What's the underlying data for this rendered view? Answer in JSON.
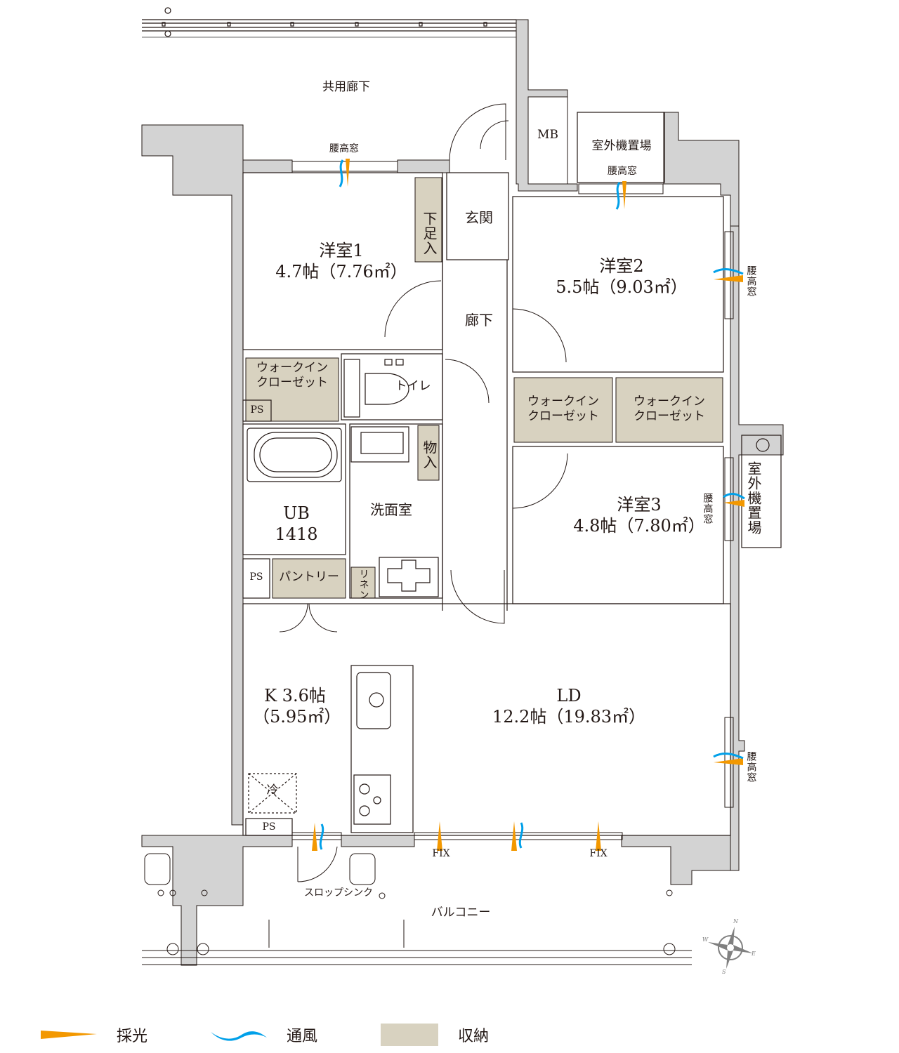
{
  "colors": {
    "wall": "#d3d3d3",
    "line": "#231815",
    "storage": "#d8d2c0",
    "light_orange": "#f39800",
    "wind_blue": "#00a0e9",
    "compass": "#808080"
  },
  "areas": {
    "common_corridor": "共用廊下",
    "mb": "MB",
    "outdoor_unit_top": "室外機置場",
    "outdoor_unit_right": "室外機置場",
    "entrance": "玄関",
    "shoe_storage": "下足入",
    "hallway": "廊下",
    "toilet": "トイレ",
    "storage_closet": "物入",
    "washroom": "洗面室",
    "linen": "リネン",
    "pantry": "パントリー",
    "ps_1": "PS",
    "ps_2": "PS",
    "ps_3": "PS",
    "refrigerator": "冷",
    "slop_sink": "スロップシンク",
    "balcony": "バルコニー"
  },
  "rooms": {
    "bedroom1": {
      "name": "洋室1",
      "size": "4.7帖（7.76㎡）"
    },
    "bedroom2": {
      "name": "洋室2",
      "size": "5.5帖（9.03㎡）"
    },
    "bedroom3": {
      "name": "洋室3",
      "size": "4.8帖（7.80㎡）"
    },
    "bath": {
      "name": "UB",
      "size": "1418"
    },
    "kitchen": {
      "name": "K 3.6帖",
      "size": "（5.95㎡）"
    },
    "living_dining": {
      "name": "LD",
      "size": "12.2帖（19.83㎡）"
    }
  },
  "closets": {
    "wic1": {
      "line1": "ウォークイン",
      "line2": "クローゼット"
    },
    "wic2": {
      "line1": "ウォークイン",
      "line2": "クローゼット"
    },
    "wic3": {
      "line1": "ウォークイン",
      "line2": "クローゼット"
    }
  },
  "windows": {
    "waist_high": "腰高窓",
    "fix": "FIX",
    "bedroom1": "腰高窓",
    "bedroom2_top": "腰高窓",
    "bedroom2_side": "腰高窓",
    "bedroom3_side": "腰高窓",
    "ld_side": "腰高窓",
    "fix_left": "FIX",
    "fix_right": "FIX"
  },
  "compass": {
    "n": "N",
    "e": "E",
    "s": "S",
    "w": "W"
  },
  "legend": [
    {
      "icon": "light-wedge-icon",
      "label": "採光"
    },
    {
      "icon": "wind-wave-icon",
      "label": "通風"
    },
    {
      "icon": "storage-swatch-icon",
      "label": "収納"
    }
  ]
}
